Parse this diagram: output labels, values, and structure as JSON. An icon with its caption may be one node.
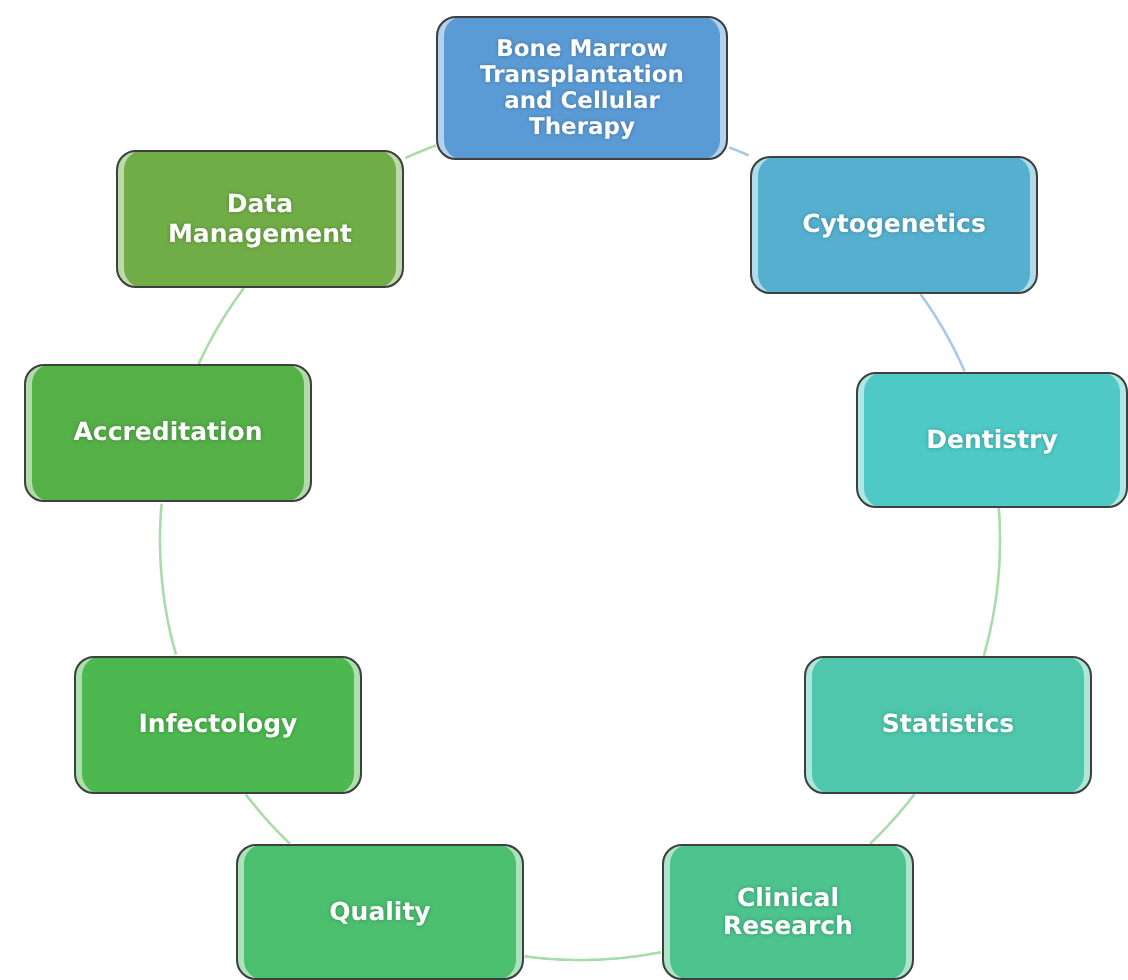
{
  "diagram": {
    "nodes": [
      {
        "text": [
          "Bone Marrow Transplantation and Cellular Therapy"
        ]
      },
      {
        "text": [
          "Cytogenetics"
        ]
      },
      {
        "text": [
          "Dentistry"
        ]
      },
      {
        "text": [
          "Statistics"
        ]
      },
      {
        "text": [
          "Clinical Research"
        ]
      },
      {
        "text": [
          "Quality"
        ]
      },
      {
        "text": [
          "Infectology"
        ]
      },
      {
        "text": [
          "Accreditation"
        ]
      },
      {
        "text": [
          "Data Management"
        ]
      }
    ],
    "edges": [
      {
        "from": 0,
        "to": 1,
        "arrow": "none",
        "color": "#a9c9ea"
      },
      {
        "from": 1,
        "to": 2,
        "arrow": "none",
        "color": "#a9c9ea"
      },
      {
        "from": 2,
        "to": 3,
        "arrow": "none"
      },
      {
        "from": 3,
        "to": 4,
        "arrow": "none"
      },
      {
        "from": 4,
        "to": 5,
        "arrow": "none"
      },
      {
        "from": 5,
        "to": 6,
        "arrow": "none"
      },
      {
        "from": 6,
        "to": 7,
        "arrow": "none"
      },
      {
        "from": 7,
        "to": 8,
        "arrow": "none"
      },
      {
        "from": 8,
        "to": 0,
        "arrow": "none"
      }
    ]
  }
}
